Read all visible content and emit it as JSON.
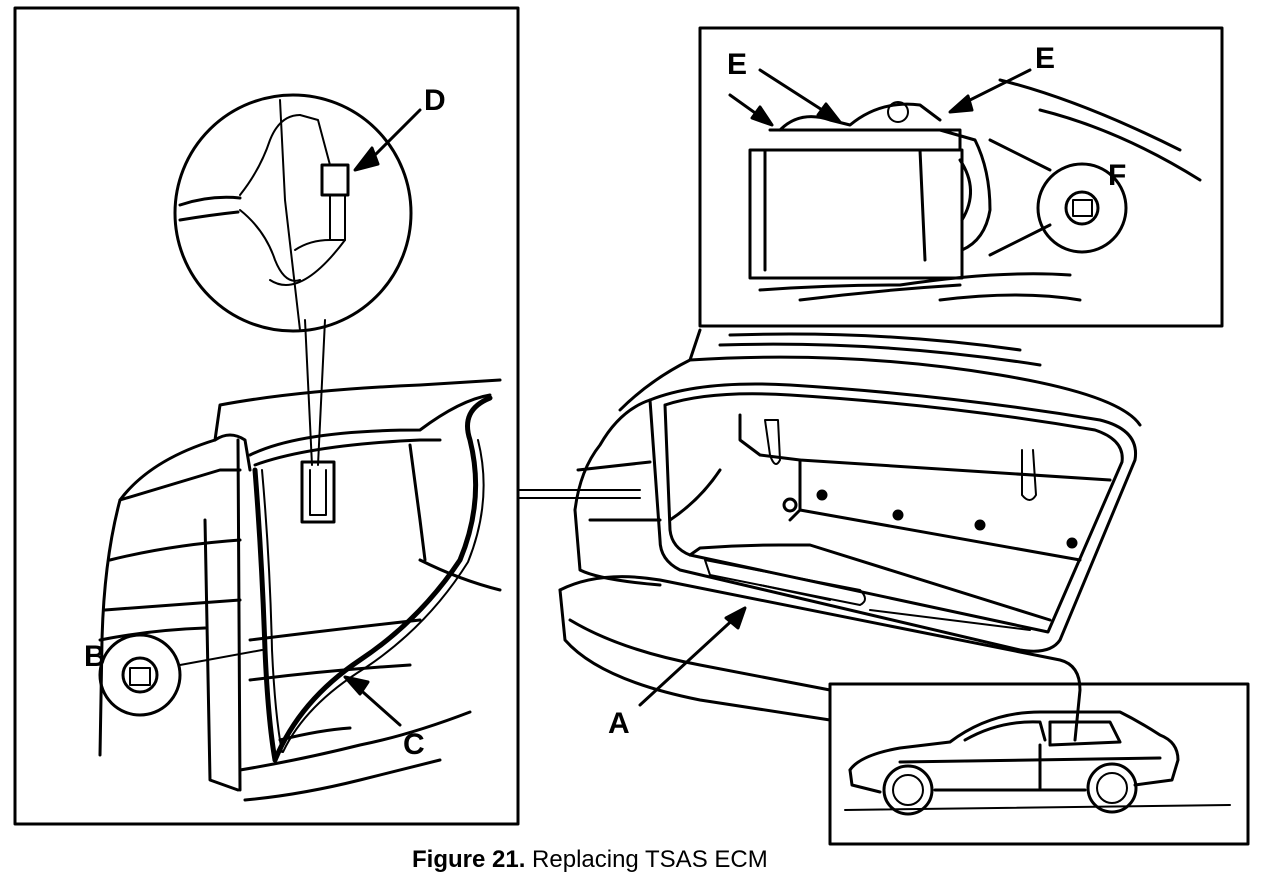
{
  "caption": {
    "figure_number": "Figure 21.",
    "title": "Replacing TSAS ECM"
  },
  "callouts": {
    "a": "A",
    "b": "B",
    "c": "C",
    "d": "D",
    "e1": "E",
    "e2": "E",
    "f": "F"
  }
}
